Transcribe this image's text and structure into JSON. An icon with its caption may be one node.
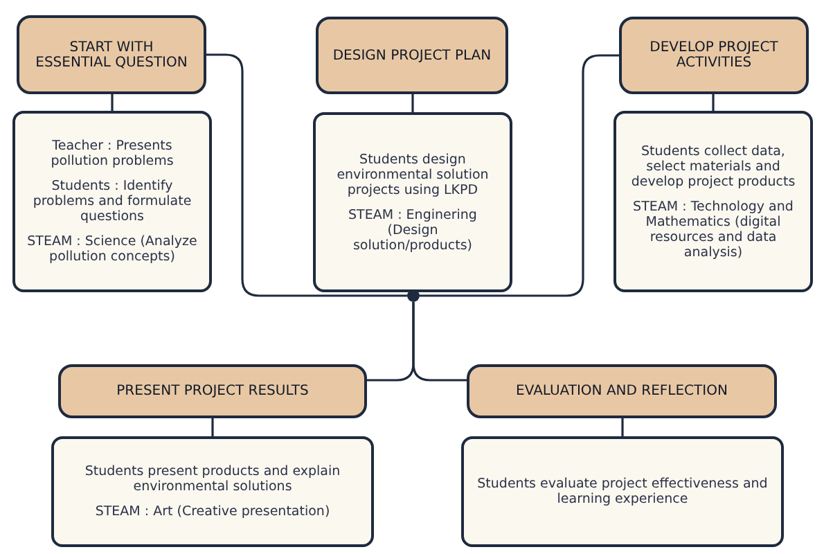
{
  "diagram": {
    "nodes": [
      {
        "text": [
          "START WITH ESSENTIAL QUESTION"
        ]
      },
      {
        "text": [
          "Teacher : Presents pollution problems",
          "Students : Identify problems and formulate questions",
          "STEAM : Science (Analyze pollution concepts)"
        ]
      },
      {
        "text": [
          "DESIGN PROJECT PLAN"
        ]
      },
      {
        "text": [
          "Students design environmental solution projects using LKPD",
          "STEAM : Enginering (Design solution/products)"
        ]
      },
      {
        "text": [
          "DEVELOP PROJECT ACTIVITIES"
        ]
      },
      {
        "text": [
          "Students collect data, select  materials and develop project products",
          "STEAM : Technology and Mathematics (digital resources and data analysis)"
        ]
      },
      {
        "text": [],
        "shape": "circle"
      },
      {
        "text": [
          "PRESENT PROJECT RESULTS"
        ]
      },
      {
        "text": [
          "Students present products and explain environmental solutions",
          "STEAM : Art (Creative presentation)"
        ]
      },
      {
        "text": [
          "EVALUATION AND REFLECTION"
        ]
      },
      {
        "text": [
          "Students evaluate project effectiveness and learning experience"
        ]
      }
    ],
    "edges": [
      {
        "from": 0,
        "to": 1,
        "arrow": "none"
      },
      {
        "from": 2,
        "to": 3,
        "arrow": "none"
      },
      {
        "from": 4,
        "to": 5,
        "arrow": "none"
      },
      {
        "from": 0,
        "to": 6,
        "arrow": "none"
      },
      {
        "from": 4,
        "to": 6,
        "arrow": "none"
      },
      {
        "from": 6,
        "to": 7,
        "arrow": "none"
      },
      {
        "from": 6,
        "to": 9,
        "arrow": "none"
      },
      {
        "from": 7,
        "to": 8,
        "arrow": "none"
      },
      {
        "from": 9,
        "to": 10,
        "arrow": "none"
      }
    ]
  }
}
